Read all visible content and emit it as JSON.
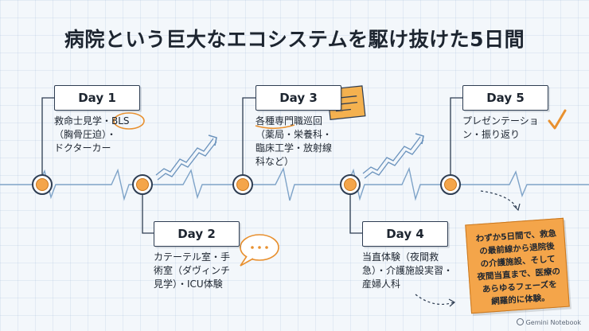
{
  "title": "病院という巨大なエコシステムを駆け抜けた5日間",
  "days": [
    {
      "label": "Day 1",
      "lines": [
        "救命士見学・BLS",
        "（胸骨圧迫）・",
        "ドクターカー"
      ]
    },
    {
      "label": "Day 2",
      "lines": [
        "カテーテル室・手",
        "術室（ダヴィンチ",
        "見学）・ICU体験"
      ]
    },
    {
      "label": "Day 3",
      "lines": [
        "各種専門職巡回",
        "（薬局・栄養科・",
        "臨床工学・放射線",
        "科など）"
      ]
    },
    {
      "label": "Day 4",
      "lines": [
        "当直体験（夜間救",
        "急）・介護施設実習・",
        "産婦人科"
      ]
    },
    {
      "label": "Day 5",
      "lines": [
        "プレゼンテーショ",
        "ン・振り返り"
      ]
    }
  ],
  "note": {
    "lines": [
      "わずか5日間で、救急",
      "の最前線から退院後",
      "の介護施設、そして",
      "夜間当直まで、医療の",
      "あらゆるフェーズを",
      "網羅的に体験。"
    ]
  },
  "brand": "Gemini Notebook",
  "colors": {
    "accent_orange": "#f4a54a",
    "node_ring": "#2e3d52",
    "line_blue": "#7ea3c8"
  },
  "icons": [
    "sticky-note-icon",
    "speech-bubble-icon",
    "check-mark-icon",
    "trend-arrow-icon",
    "dashed-arrow-icon"
  ]
}
